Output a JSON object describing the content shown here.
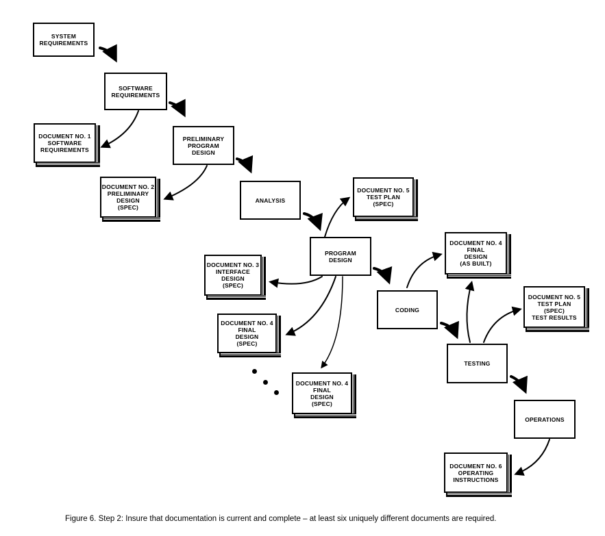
{
  "boxes": {
    "system_requirements": "SYSTEM\nREQUIREMENTS",
    "software_requirements": "SOFTWARE\nREQUIREMENTS",
    "preliminary_program_design": "PRELIMINARY\nPROGRAM\nDESIGN",
    "analysis": "ANALYSIS",
    "program_design": "PROGRAM\nDESIGN",
    "coding": "CODING",
    "testing": "TESTING",
    "operations": "OPERATIONS"
  },
  "documents": {
    "doc1_software_requirements": "DOCUMENT NO. 1\nSOFTWARE\nREQUIREMENTS",
    "doc2_preliminary_design": "DOCUMENT NO. 2\nPRELIMINARY\nDESIGN\n(SPEC)",
    "doc5_test_plan_spec": "DOCUMENT NO. 5\nTEST PLAN\n(SPEC)",
    "doc3_interface_design": "DOCUMENT NO. 3\nINTERFACE\nDESIGN\n(SPEC)",
    "doc4_final_design_spec_a": "DOCUMENT NO. 4\nFINAL\nDESIGN\n(SPEC)",
    "doc4_final_design_spec_b": "DOCUMENT NO. 4\nFINAL\nDESIGN\n(SPEC)",
    "doc4_final_design_as_built": "DOCUMENT NO. 4\nFINAL\nDESIGN\n(AS BUILT)",
    "doc5_test_plan_results": "DOCUMENT NO. 5\nTEST PLAN\n(SPEC)\nTEST RESULTS",
    "doc6_operating_instructions": "DOCUMENT NO. 6\nOPERATING\nINSTRUCTIONS"
  },
  "caption": "Figure 6.  Step 2:  Insure that documentation is current and complete – at least six uniquely different documents are required."
}
